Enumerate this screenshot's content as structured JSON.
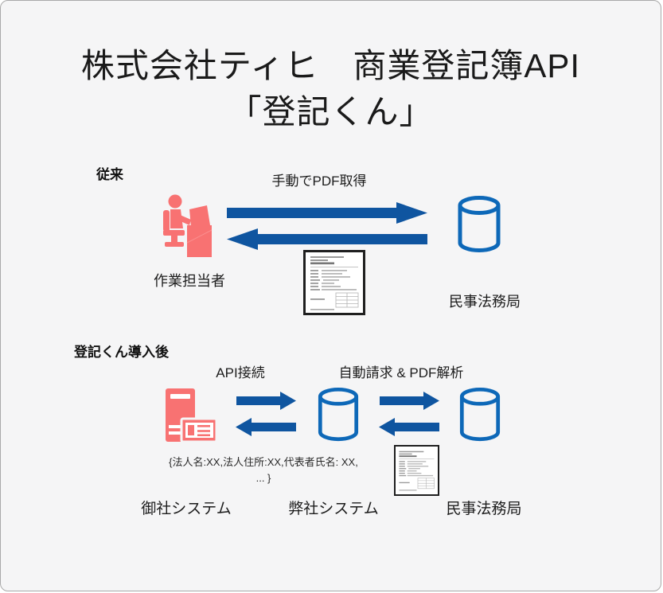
{
  "title": {
    "line1": "株式会社ティヒ　商業登記簿API",
    "line2": "「登記くん」"
  },
  "colors": {
    "arrow_blue": "#0f55a0",
    "cylinder_blue": "#0d68b8",
    "salmon": "#f87272",
    "background": "#f5f5f6"
  },
  "section_traditional": {
    "heading": "従来",
    "flow_label": "手動でPDF取得",
    "actor_label": "作業担当者",
    "target_label": "民事法務局"
  },
  "section_after": {
    "heading": "登記くん導入後",
    "flow_label_api": "API接続",
    "flow_label_auto": "自動請求 & PDF解析",
    "json_payload_line1": "{法人名:XX,法人住所:XX,代表者氏名: XX,",
    "json_payload_line2": "... }",
    "node_client_label": "御社システム",
    "node_vendor_label": "弊社システム",
    "node_registry_label": "民事法務局"
  }
}
